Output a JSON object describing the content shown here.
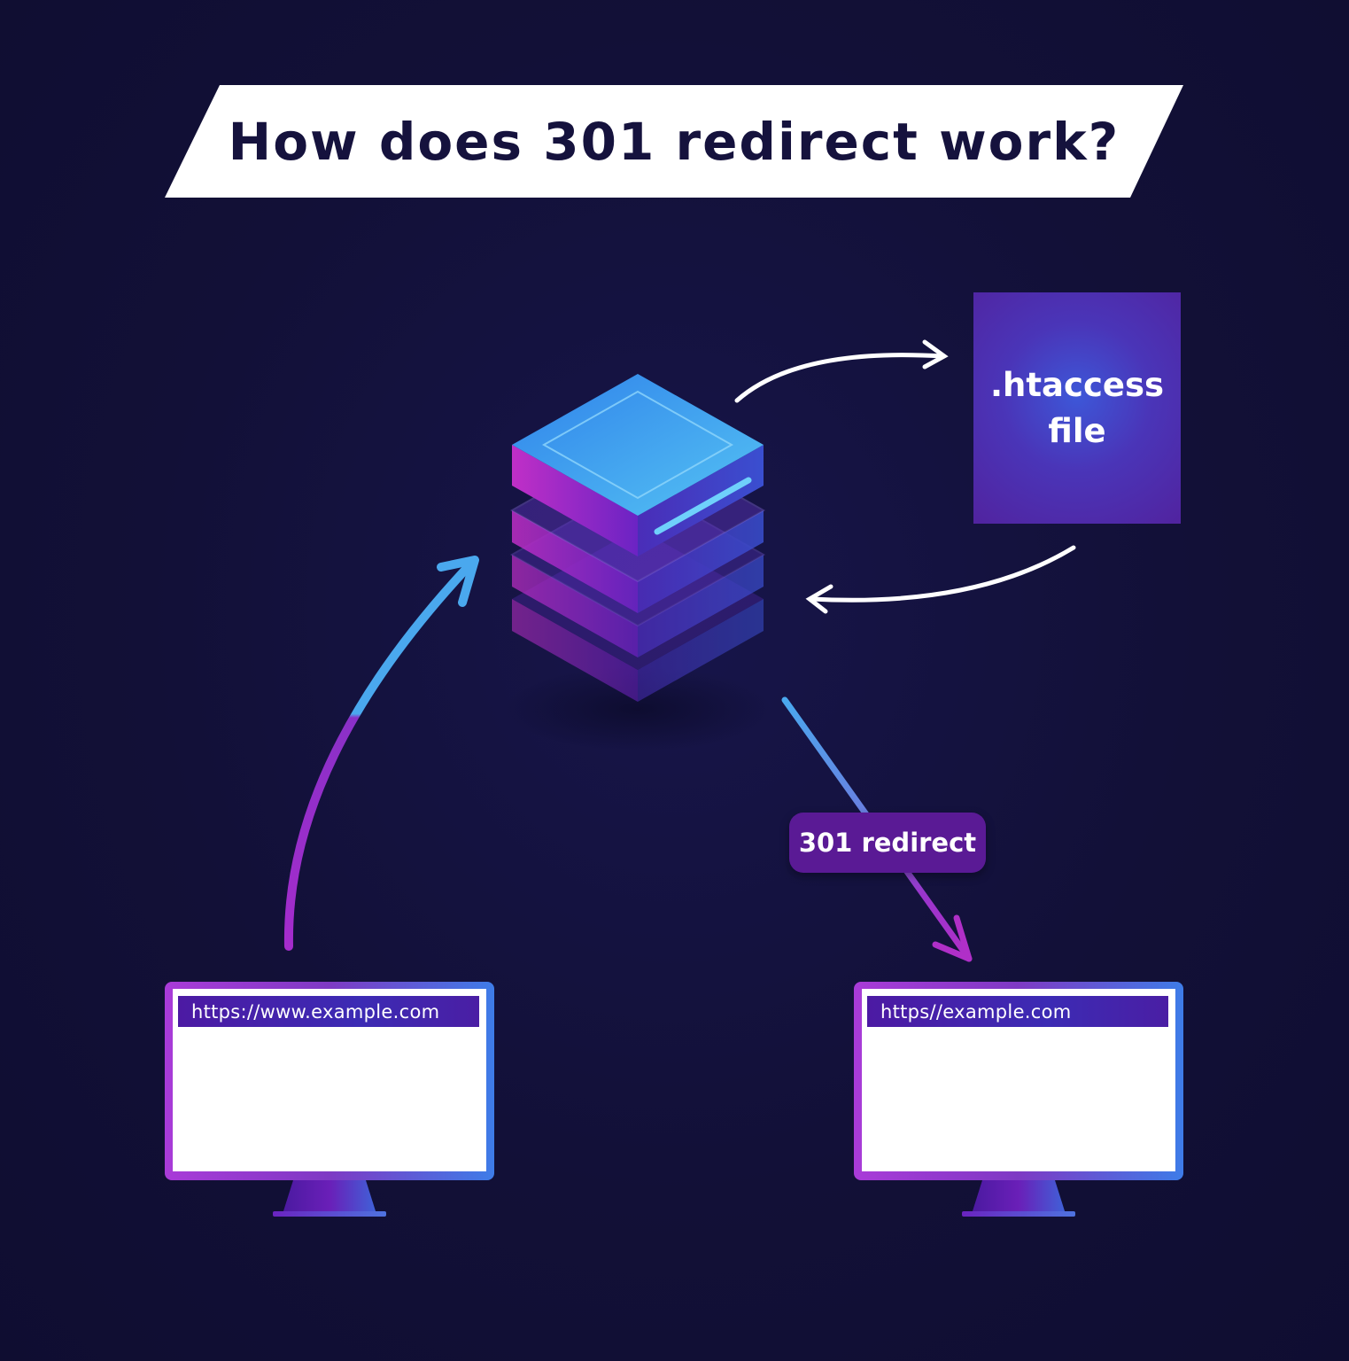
{
  "title": "How does 301 redirect work?",
  "htaccess": {
    "label": ".htaccess\nfile"
  },
  "redirect_badge": {
    "label": "301 redirect"
  },
  "monitors": {
    "left": {
      "url": "https://www.example.com"
    },
    "right": {
      "url": "https//example.com"
    }
  },
  "colors": {
    "background": "#131139",
    "title_banner": "#ffffff",
    "title_text": "#15123d",
    "server_top": "#3a9cf0",
    "server_side": "#6a1fb8",
    "arrow_white": "#ffffff",
    "arrow_blue": "#4aa8ee",
    "arrow_purple": "#a52ccc",
    "badge": "#5a1a95"
  }
}
